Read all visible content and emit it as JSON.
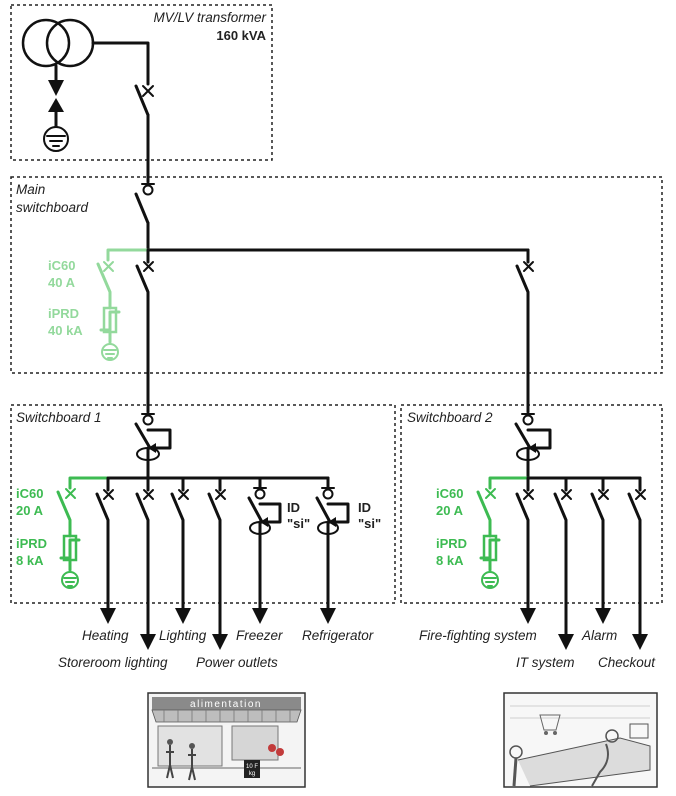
{
  "colors": {
    "line": "#111111",
    "protection_green": "#3dbb52",
    "protection_pale": "#93d99c",
    "sign_red": "#c23b3b"
  },
  "transformer": {
    "title": "MV/LV transformer",
    "rating": "160 kVA"
  },
  "main_switchboard": {
    "title_line1": "Main",
    "title_line2": "switchboard",
    "breaker_label": "iC60",
    "breaker_rating": "40 A",
    "spd_label": "iPRD",
    "spd_rating": "40 kA"
  },
  "switchboard1": {
    "title": "Switchboard 1",
    "breaker_label": "iC60",
    "breaker_rating": "20 A",
    "spd_label": "iPRD",
    "spd_rating": "8 kA",
    "rcd_label_1": "ID",
    "rcd_label_2": "\"si\""
  },
  "switchboard2": {
    "title": "Switchboard 2",
    "breaker_label": "iC60",
    "breaker_rating": "20 A",
    "spd_label": "iPRD",
    "spd_rating": "8 kA"
  },
  "loads": {
    "heating": "Heating",
    "storeroom_lighting": "Storeroom lighting",
    "lighting": "Lighting",
    "power_outlets": "Power outlets",
    "freezer": "Freezer",
    "refrigerator": "Refrigerator",
    "fire_fighting": "Fire-fighting system",
    "it_system": "IT system",
    "alarm": "Alarm",
    "checkout": "Checkout"
  },
  "illustrations": {
    "shop_sign": "alimentation",
    "price_tag_1": "10 F",
    "price_tag_2": "kg"
  }
}
